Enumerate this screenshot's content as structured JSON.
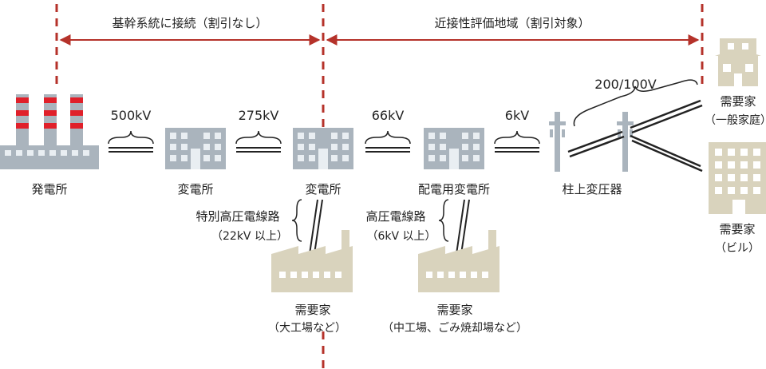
{
  "colors": {
    "divider": "#b5322a",
    "bracket": "#b5322a",
    "building": "#aab4bd",
    "building_window": "#e9eef2",
    "chimney_red": "#e0202a",
    "factory": "#d9d3bd",
    "house": "#d9d3bd",
    "pole": "#aab4bd",
    "line": "#222222"
  },
  "zones": {
    "left_label": "基幹系統に接続（割引なし）",
    "right_label": "近接性評価地域（割引対象）"
  },
  "voltages": {
    "v500": "500kV",
    "v275": "275kV",
    "v66": "66kV",
    "v6": "6kV",
    "v200": "200/100V"
  },
  "facilities": {
    "power_plant": "発電所",
    "substation1": "変電所",
    "substation2": "変電所",
    "distribution_substation": "配電用変電所",
    "pole_transformer": "柱上変圧器"
  },
  "lines": {
    "special_hv_title": "特別高圧電線路",
    "special_hv_note": "（22kV 以上）",
    "hv_title": "高圧電線路",
    "hv_note": "（6kV 以上）"
  },
  "consumers": {
    "large_factory_title": "需要家",
    "large_factory_note": "（大工場など）",
    "mid_factory_title": "需要家",
    "mid_factory_note": "（中工場、ごみ焼却場など）",
    "home_title": "需要家",
    "home_note": "（一般家庭）",
    "building_title": "需要家",
    "building_note": "（ビル）"
  }
}
